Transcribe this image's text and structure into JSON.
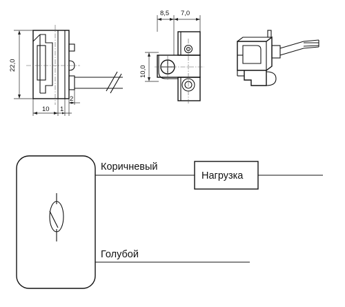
{
  "dimensions": {
    "height_22": "22,0",
    "width_10": "10",
    "width_1": "1",
    "width_2": "2",
    "top_8_5": "8,5",
    "top_7_0": "7,0",
    "side_10_0": "10,0"
  },
  "circuit": {
    "wire_brown": "Коричневый",
    "load": "Нагрузка",
    "wire_blue": "Голубой"
  }
}
